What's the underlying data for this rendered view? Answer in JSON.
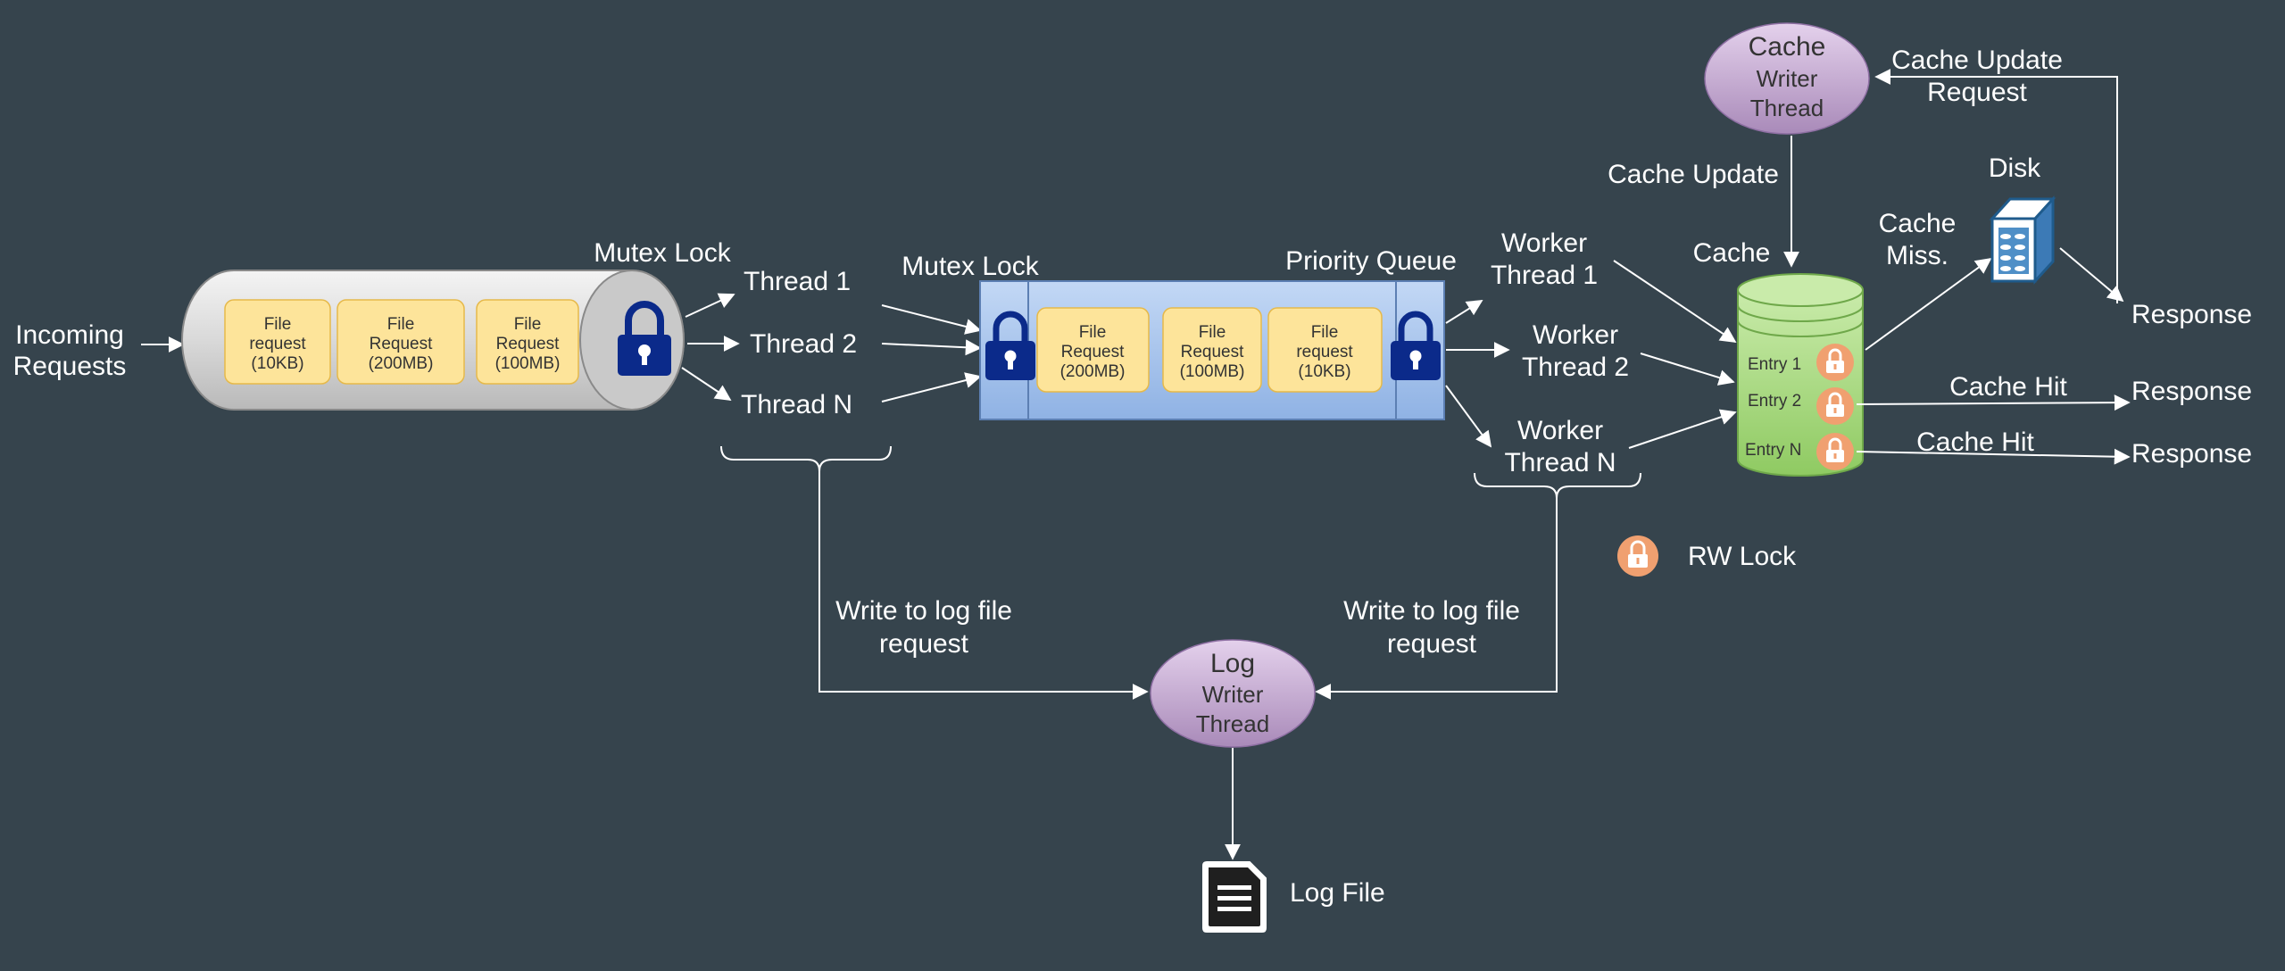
{
  "incoming": {
    "line1": "Incoming",
    "line2": "Requests"
  },
  "left_queue": {
    "lock_label": "Mutex Lock",
    "items": [
      {
        "l1": "File",
        "l2": "request",
        "l3": "(10KB)"
      },
      {
        "l1": "File",
        "l2": "Request",
        "l3": "(200MB)"
      },
      {
        "l1": "File",
        "l2": "Request",
        "l3": "(100MB)"
      }
    ]
  },
  "threads": [
    "Thread 1",
    "Thread 2",
    "Thread N"
  ],
  "priority_queue": {
    "title": "Priority Queue",
    "lock_label": "Mutex Lock",
    "items": [
      {
        "l1": "File",
        "l2": "Request",
        "l3": "(200MB)"
      },
      {
        "l1": "File",
        "l2": "Request",
        "l3": "(100MB)"
      },
      {
        "l1": "File",
        "l2": "request",
        "l3": "(10KB)"
      }
    ]
  },
  "workers": [
    {
      "l1": "Worker",
      "l2": "Thread 1"
    },
    {
      "l1": "Worker",
      "l2": "Thread 2"
    },
    {
      "l1": "Worker",
      "l2": "Thread N"
    }
  ],
  "cache_writer": {
    "l1": "Cache",
    "l2": "Writer",
    "l3": "Thread"
  },
  "cache_update_request": {
    "l1": "Cache Update",
    "l2": "Request"
  },
  "cache_update": "Cache Update",
  "cache": {
    "label": "Cache",
    "entries": [
      "Entry 1",
      "Entry 2",
      "Entry N"
    ]
  },
  "cache_miss": {
    "l1": "Cache",
    "l2": "Miss."
  },
  "disk": "Disk",
  "responses": [
    "Response",
    "Response",
    "Response"
  ],
  "cache_hits": [
    "Cache Hit",
    "Cache Hit"
  ],
  "rw_lock": "RW Lock",
  "log_request_left": {
    "l1": "Write to log  file",
    "l2": "request"
  },
  "log_request_right": {
    "l1": "Write to log  file",
    "l2": "request"
  },
  "log_writer": {
    "l1": "Log",
    "l2": "Writer",
    "l3": "Thread"
  },
  "log_file": "Log File",
  "colors": {
    "background": "#36444d",
    "file_card": "#fde49a",
    "queue_blue": "#a9c6ee",
    "cylinder_gray": "#d6d6d6",
    "cache_green": "#a3d47c",
    "oval_purple": "#c2a7cf",
    "lock_navy": "#0b2a8a",
    "rw_lock_orange": "#f0a070"
  }
}
